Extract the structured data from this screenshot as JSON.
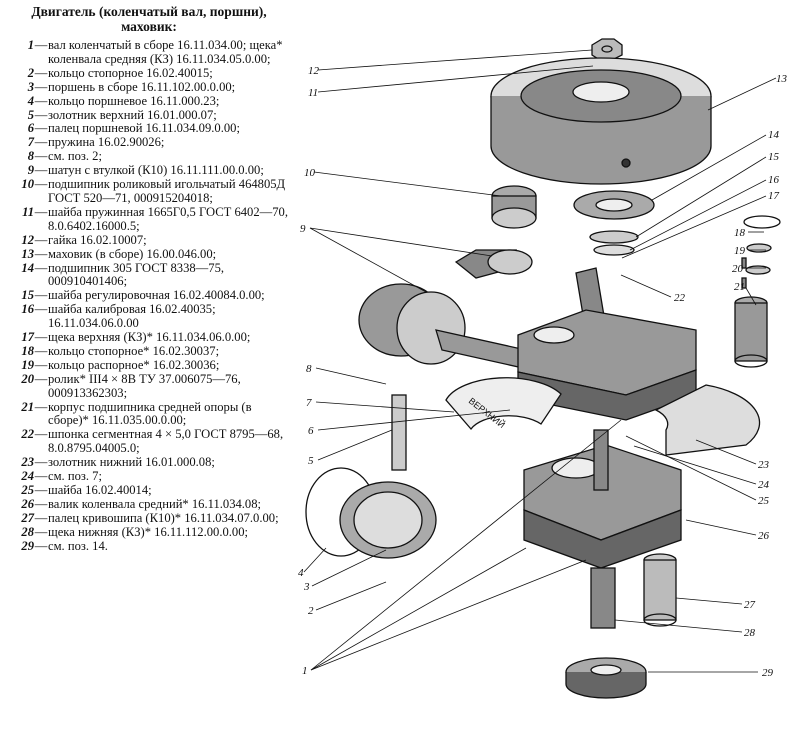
{
  "legend": {
    "title_line1": "Двигатель (коленчатый вал, поршни),",
    "title_line2": "маховик:",
    "items": [
      {
        "num": "1",
        "text": "вал коленчатый в сборе 16.11.034.00; щека* коленвала средняя (КЗ) 16.11.034.05.0.00;"
      },
      {
        "num": "2",
        "text": "кольцо стопорное 16.02.40015;"
      },
      {
        "num": "3",
        "text": "поршень в сборе 16.11.102.00.0.00;"
      },
      {
        "num": "4",
        "text": "кольцо поршневое 16.11.000.23;"
      },
      {
        "num": "5",
        "text": "золотник верхний 16.01.000.07;"
      },
      {
        "num": "6",
        "text": "палец поршневой 16.11.034.09.0.00;"
      },
      {
        "num": "7",
        "text": "пружина 16.02.90026;"
      },
      {
        "num": "8",
        "text": "см. поз. 2;"
      },
      {
        "num": "9",
        "text": "шатун с втулкой (К10) 16.11.111.00.0.00;"
      },
      {
        "num": "10",
        "text": "подшипник роликовый игольчатый 464805Д ГОСТ 520—71, 000915204018;"
      },
      {
        "num": "11",
        "text": "шайба пружинная 1665Г0,5 ГОСТ 6402—70, 8.0.6402.16000.5;"
      },
      {
        "num": "12",
        "text": "гайка 16.02.10007;"
      },
      {
        "num": "13",
        "text": "маховик (в сборе) 16.00.046.00;"
      },
      {
        "num": "14",
        "text": "подшипник 305 ГОСТ 8338—75, 000910401406;"
      },
      {
        "num": "15",
        "text": "шайба регулировочная 16.02.40084.0.00;"
      },
      {
        "num": "16",
        "text": "шайба калибровая 16.02.40035; 16.11.034.06.0.00"
      },
      {
        "num": "17",
        "text": "щека верхняя (КЗ)* 16.11.034.06.0.00;"
      },
      {
        "num": "18",
        "text": "кольцо стопорное* 16.02.30037;"
      },
      {
        "num": "19",
        "text": "кольцо распорное* 16.02.30036;"
      },
      {
        "num": "20",
        "text": "ролик* III4 × 8В ТУ 37.006075—76, 000913362303;"
      },
      {
        "num": "21",
        "text": "корпус подшипника средней опоры (в сборе)* 16.11.035.00.0.00;"
      },
      {
        "num": "22",
        "text": "шпонка сегментная 4 × 5,0 ГОСТ 8795—68, 8.0.8795.04005.0;"
      },
      {
        "num": "23",
        "text": "золотник нижний 16.01.000.08;"
      },
      {
        "num": "24",
        "text": "см. поз. 7;"
      },
      {
        "num": "25",
        "text": "шайба 16.02.40014;"
      },
      {
        "num": "26",
        "text": "валик коленвала средний* 16.11.034.08;"
      },
      {
        "num": "27",
        "text": "палец кривошипа (К10)* 16.11.034.07.0.00;"
      },
      {
        "num": "28",
        "text": "щека нижняя (КЗ)* 16.11.112.00.0.00;"
      },
      {
        "num": "29",
        "text": "см. поз. 14."
      }
    ]
  },
  "figure": {
    "stamp_text": "ВЕРХНИЙ",
    "callouts": [
      "1",
      "2",
      "3",
      "4",
      "5",
      "6",
      "7",
      "8",
      "9",
      "10",
      "11",
      "12",
      "13",
      "14",
      "15",
      "16",
      "17",
      "18",
      "19",
      "20",
      "21",
      "22",
      "23",
      "24",
      "25",
      "26",
      "27",
      "28",
      "29"
    ]
  }
}
